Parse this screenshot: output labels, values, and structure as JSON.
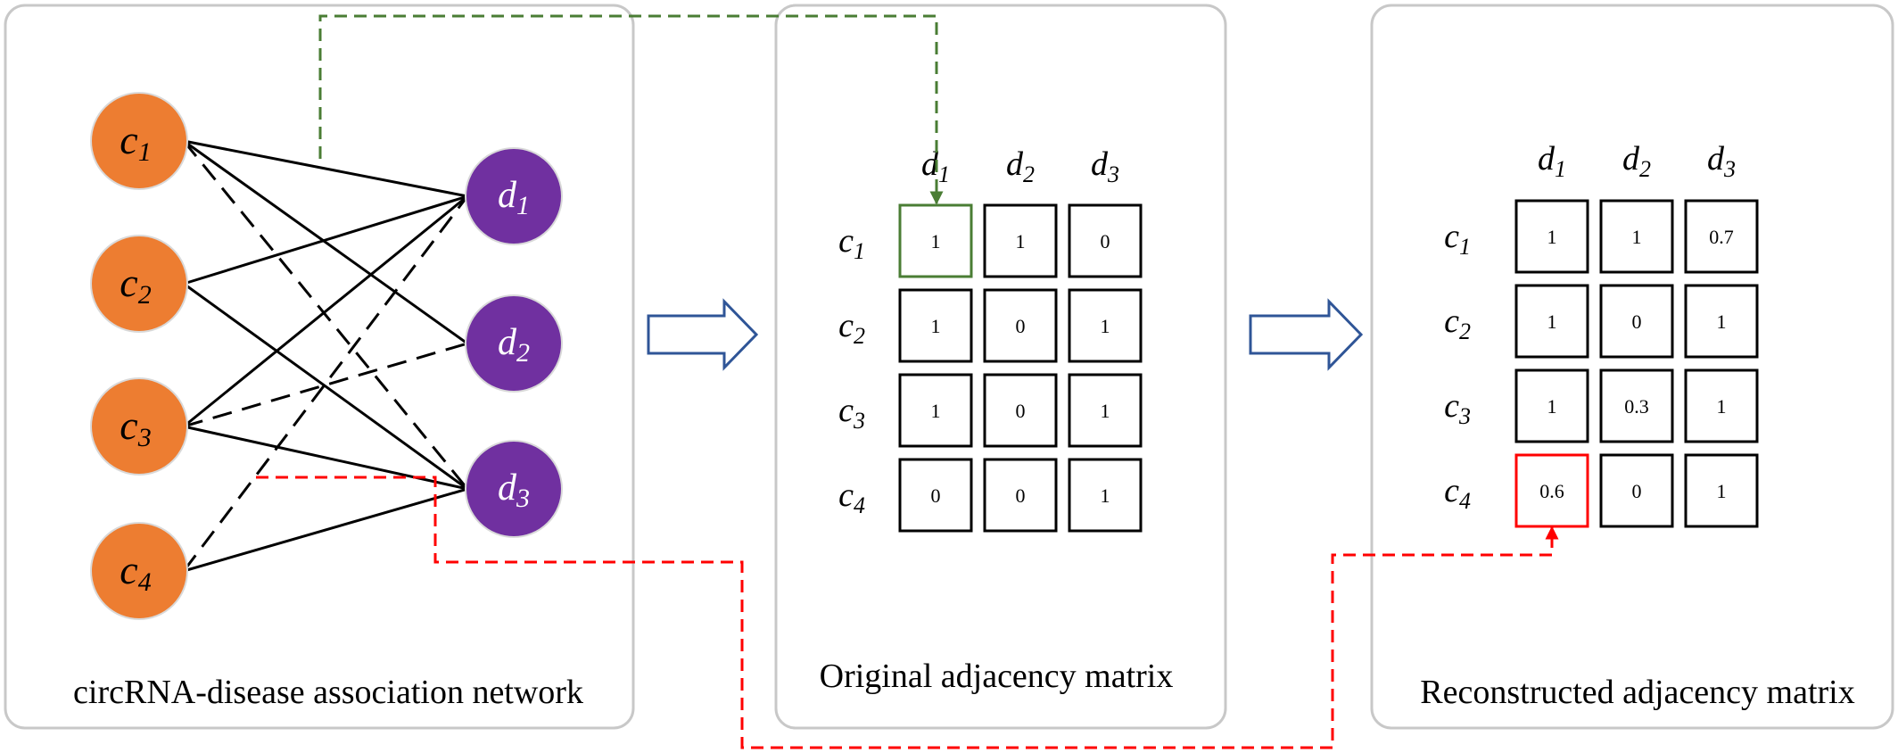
{
  "panels": {
    "network": {
      "caption": "circRNA-disease association network",
      "circrna_nodes": [
        {
          "base": "c",
          "sub": "1"
        },
        {
          "base": "c",
          "sub": "2"
        },
        {
          "base": "c",
          "sub": "3"
        },
        {
          "base": "c",
          "sub": "4"
        }
      ],
      "disease_nodes": [
        {
          "base": "d",
          "sub": "1"
        },
        {
          "base": "d",
          "sub": "2"
        },
        {
          "base": "d",
          "sub": "3"
        }
      ],
      "known_associations": [
        [
          0,
          0
        ],
        [
          0,
          1
        ],
        [
          1,
          0
        ],
        [
          1,
          2
        ],
        [
          2,
          0
        ],
        [
          2,
          2
        ],
        [
          3,
          2
        ]
      ],
      "unknown_associations": [
        [
          0,
          2
        ],
        [
          2,
          1
        ],
        [
          3,
          0
        ]
      ]
    },
    "original": {
      "caption": "Original adjacency matrix",
      "columns": [
        {
          "base": "d",
          "sub": "1"
        },
        {
          "base": "d",
          "sub": "2"
        },
        {
          "base": "d",
          "sub": "3"
        }
      ],
      "rows": [
        {
          "base": "c",
          "sub": "1"
        },
        {
          "base": "c",
          "sub": "2"
        },
        {
          "base": "c",
          "sub": "3"
        },
        {
          "base": "c",
          "sub": "4"
        }
      ],
      "values": [
        [
          "1",
          "1",
          "0"
        ],
        [
          "1",
          "0",
          "1"
        ],
        [
          "1",
          "0",
          "1"
        ],
        [
          "0",
          "0",
          "1"
        ]
      ],
      "highlight": {
        "row": 0,
        "col": 0,
        "color": "#4a7d34"
      }
    },
    "reconstructed": {
      "caption": "Reconstructed adjacency matrix",
      "columns": [
        {
          "base": "d",
          "sub": "1"
        },
        {
          "base": "d",
          "sub": "2"
        },
        {
          "base": "d",
          "sub": "3"
        }
      ],
      "rows": [
        {
          "base": "c",
          "sub": "1"
        },
        {
          "base": "c",
          "sub": "2"
        },
        {
          "base": "c",
          "sub": "3"
        },
        {
          "base": "c",
          "sub": "4"
        }
      ],
      "values": [
        [
          "1",
          "1",
          "0.7"
        ],
        [
          "1",
          "0",
          "1"
        ],
        [
          "1",
          "0.3",
          "1"
        ],
        [
          "0.6",
          "0",
          "1"
        ]
      ],
      "highlight": {
        "row": 3,
        "col": 0,
        "color": "#ff0000"
      }
    }
  },
  "colors": {
    "circrna_node": "#ed7d31",
    "disease_node": "#7030a0",
    "panel_border": "#c8c8c8",
    "arrow_outline": "#2f5597",
    "known_edge": "#000000",
    "green_dash": "#4a7d34",
    "red_dash": "#ff0000"
  }
}
